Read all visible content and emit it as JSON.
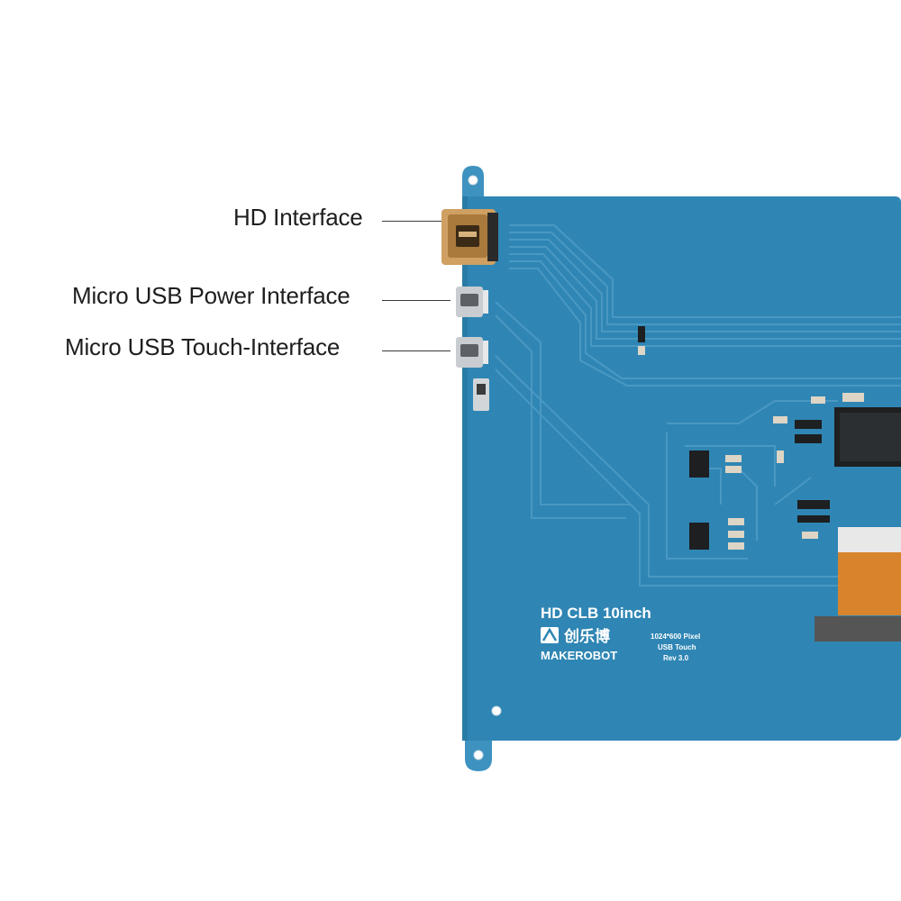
{
  "callouts": {
    "hd": "HD Interface",
    "power": "Micro USB Power Interface",
    "touch": "Micro USB Touch-Interface"
  },
  "board": {
    "model": "HD  CLB 10inch",
    "brand_cn": "创乐博",
    "brand": "MAKEROBOT",
    "spec_resolution": "1024*600 Pixel",
    "spec_touch": "USB Touch",
    "spec_rev": "Rev 3.0"
  },
  "colors": {
    "pcb": "#2f86b4",
    "pcb_edge": "#2a7aa6",
    "trace": "#4a98c2",
    "mount_tab": "#3d92c0"
  }
}
